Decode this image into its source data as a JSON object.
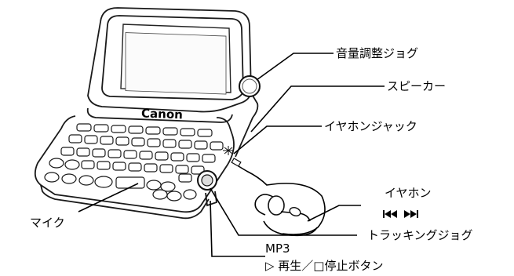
{
  "device": {
    "brand_logo": "Canon"
  },
  "labels": {
    "volume_jog": "音量調整ジョグ",
    "speaker": "スピーカー",
    "earphone_jack": "イヤホンジャック",
    "earphone": "イヤホン",
    "track_symbols": "⏮ ⏭",
    "tracking_jog": "トラッキングジョグ",
    "mp3": "MP3",
    "play_stop_button": "▷ 再生／□停止ボタン",
    "microphone": "マイク"
  },
  "icons": [
    "track-back-icon",
    "track-forward-icon",
    "speaker-grille-icon"
  ]
}
